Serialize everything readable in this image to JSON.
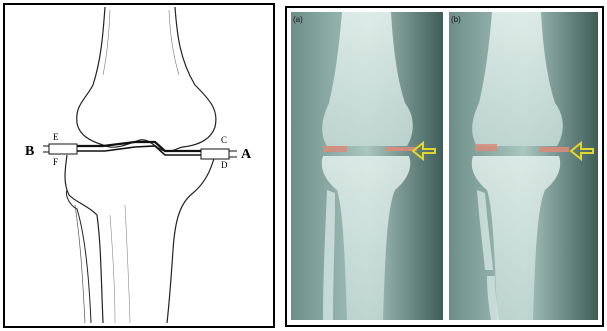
{
  "left_figure": {
    "labels": {
      "a": "A",
      "b": "B",
      "c": "C",
      "d": "D",
      "e": "E",
      "f": "F"
    }
  },
  "right_figure": {
    "panel_a_label": "(a)",
    "panel_b_label": "(b)",
    "marker_color": "#d98c7a",
    "arrow_color": "#e3d62a"
  }
}
